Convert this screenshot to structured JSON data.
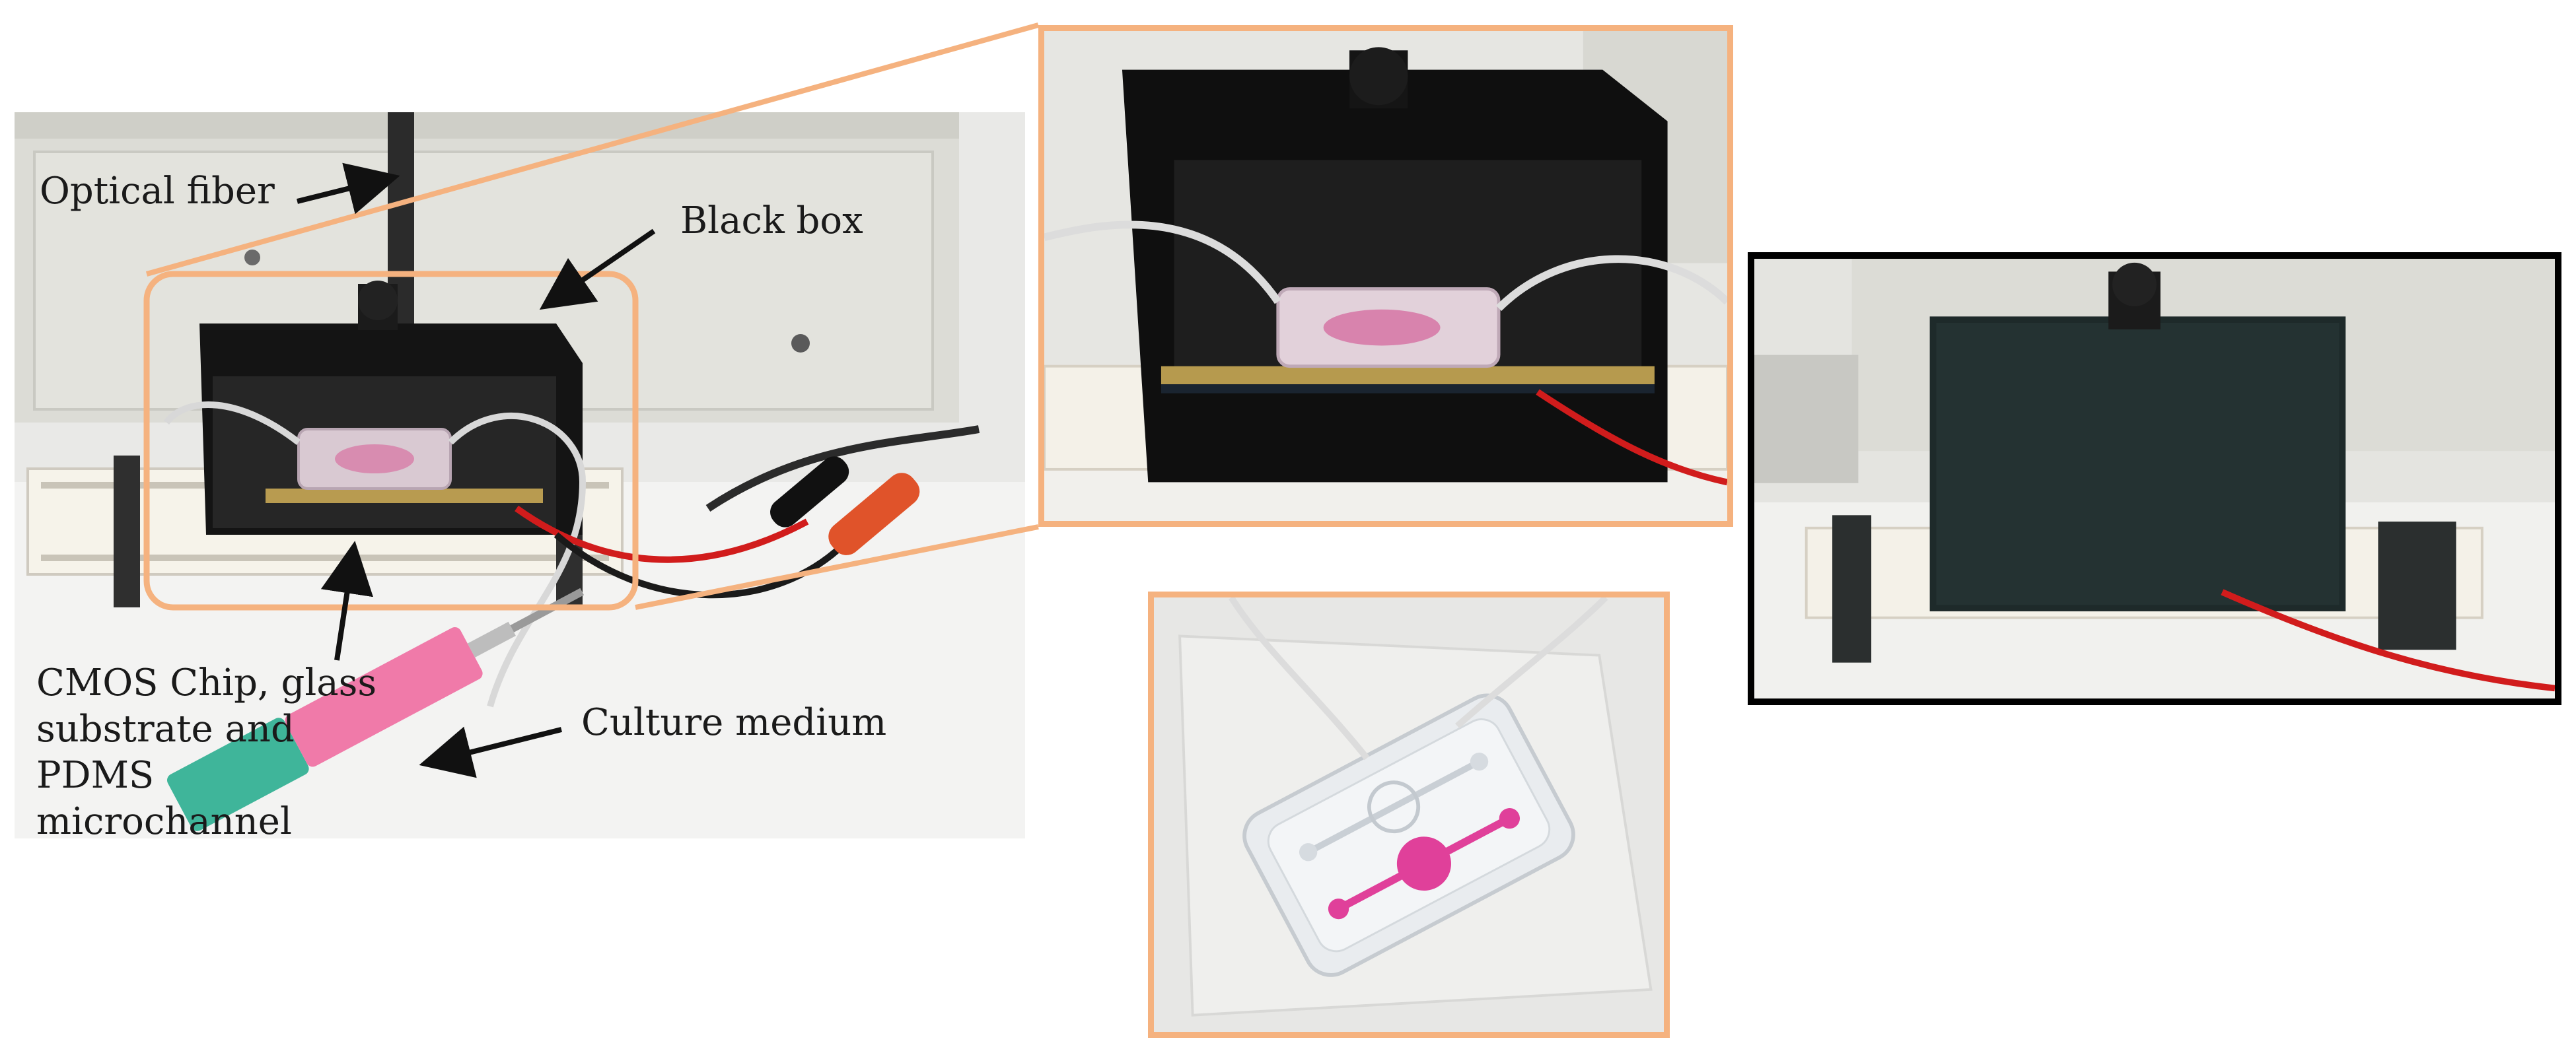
{
  "labels": {
    "optical_fiber": "Optical fiber",
    "black_box": "Black box",
    "cmos_chip": "CMOS Chip, glass substrate and PDMS microchannel",
    "culture_medium": "Culture medium"
  },
  "colors": {
    "zoom_frame": "#f5b27f",
    "closed_box_frame": "#000000",
    "background": "#ffffff"
  }
}
